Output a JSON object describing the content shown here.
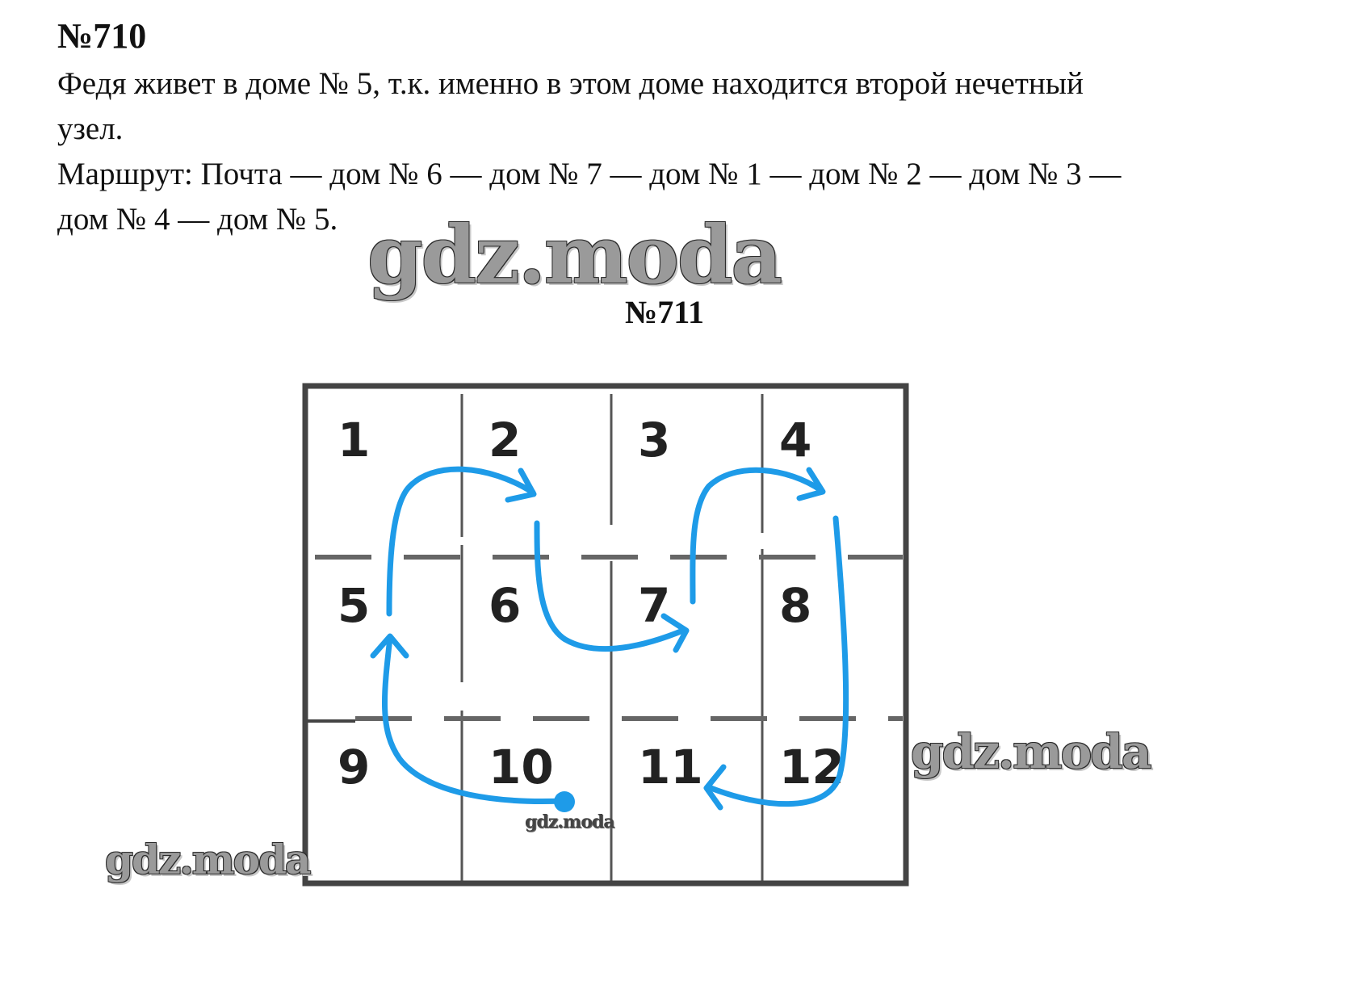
{
  "task_710": {
    "number": "№710",
    "line1": "Федя живет в доме № 5, т.к. именно в этом доме находится второй нечетный",
    "line2": "узел.",
    "line3": "Маршрут: Почта — дом № 6 — дом № 7 — дом № 1 — дом № 2 — дом № 3 —",
    "line4": "дом № 4 — дом № 5."
  },
  "task_711": {
    "number": "№711",
    "grid": {
      "rows": 3,
      "cols": 4,
      "house_numbers": [
        "1",
        "2",
        "3",
        "4",
        "5",
        "6",
        "7",
        "8",
        "9",
        "10",
        "11",
        "12"
      ]
    },
    "arrow_color": "#1e9be8"
  },
  "watermarks": {
    "main": "gdz.moda",
    "right": "gdz.moda",
    "left": "gdz.moda",
    "tiny": "gdz.moda"
  }
}
